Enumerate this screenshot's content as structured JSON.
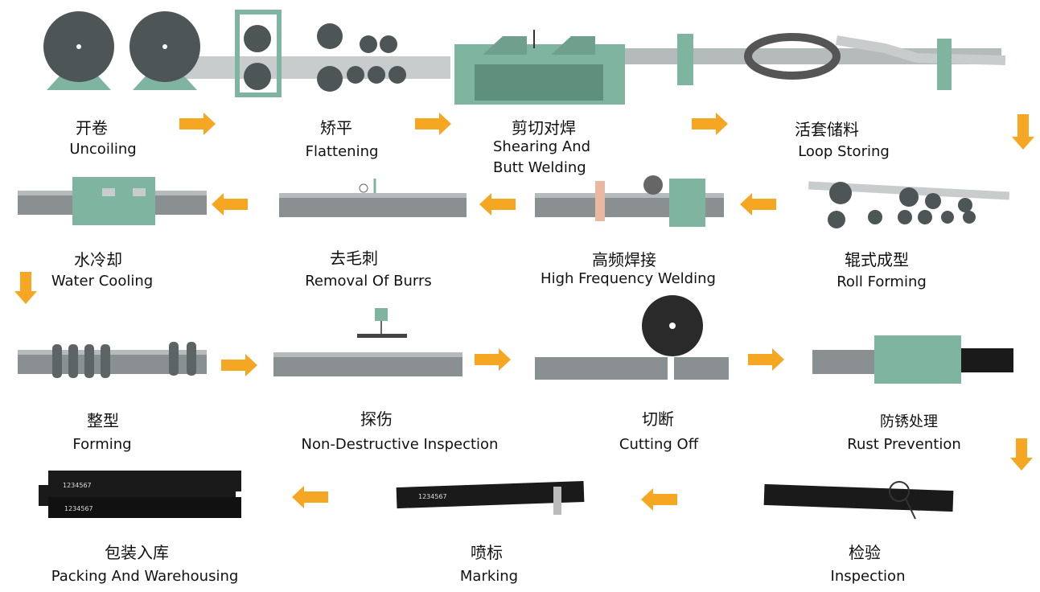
{
  "colors": {
    "arrow": "#f5a623",
    "machine": "#7fb5a0",
    "tube": "#8a8f92",
    "roll": "#4d5557",
    "finished_tube": "#1a1a1a"
  },
  "steps": [
    {
      "cn": "开卷",
      "en": "Uncoiling"
    },
    {
      "cn": "矫平",
      "en": "Flattening"
    },
    {
      "cn": "剪切对焊",
      "en": "Shearing And",
      "en_line2": "Butt Welding"
    },
    {
      "cn": "活套储料",
      "en": "Loop Storing"
    },
    {
      "cn": "辊式成型",
      "en": "Roll Forming"
    },
    {
      "cn": "高频焊接",
      "en": "High Frequency Welding"
    },
    {
      "cn": "去毛刺",
      "en": "Removal Of Burrs"
    },
    {
      "cn": "水冷却",
      "en": "Water Cooling"
    },
    {
      "cn": "整型",
      "en": "Forming"
    },
    {
      "cn": "探伤",
      "en": "Non-Destructive Inspection"
    },
    {
      "cn": "切断",
      "en": "Cutting Off"
    },
    {
      "cn": "防锈处理",
      "en": "Rust Prevention"
    },
    {
      "cn": "检验",
      "en": "Inspection"
    },
    {
      "cn": "喷标",
      "en": "Marking"
    },
    {
      "cn": "包装入库",
      "en": "Packing And Warehousing"
    }
  ],
  "tube_marking": "1234567"
}
